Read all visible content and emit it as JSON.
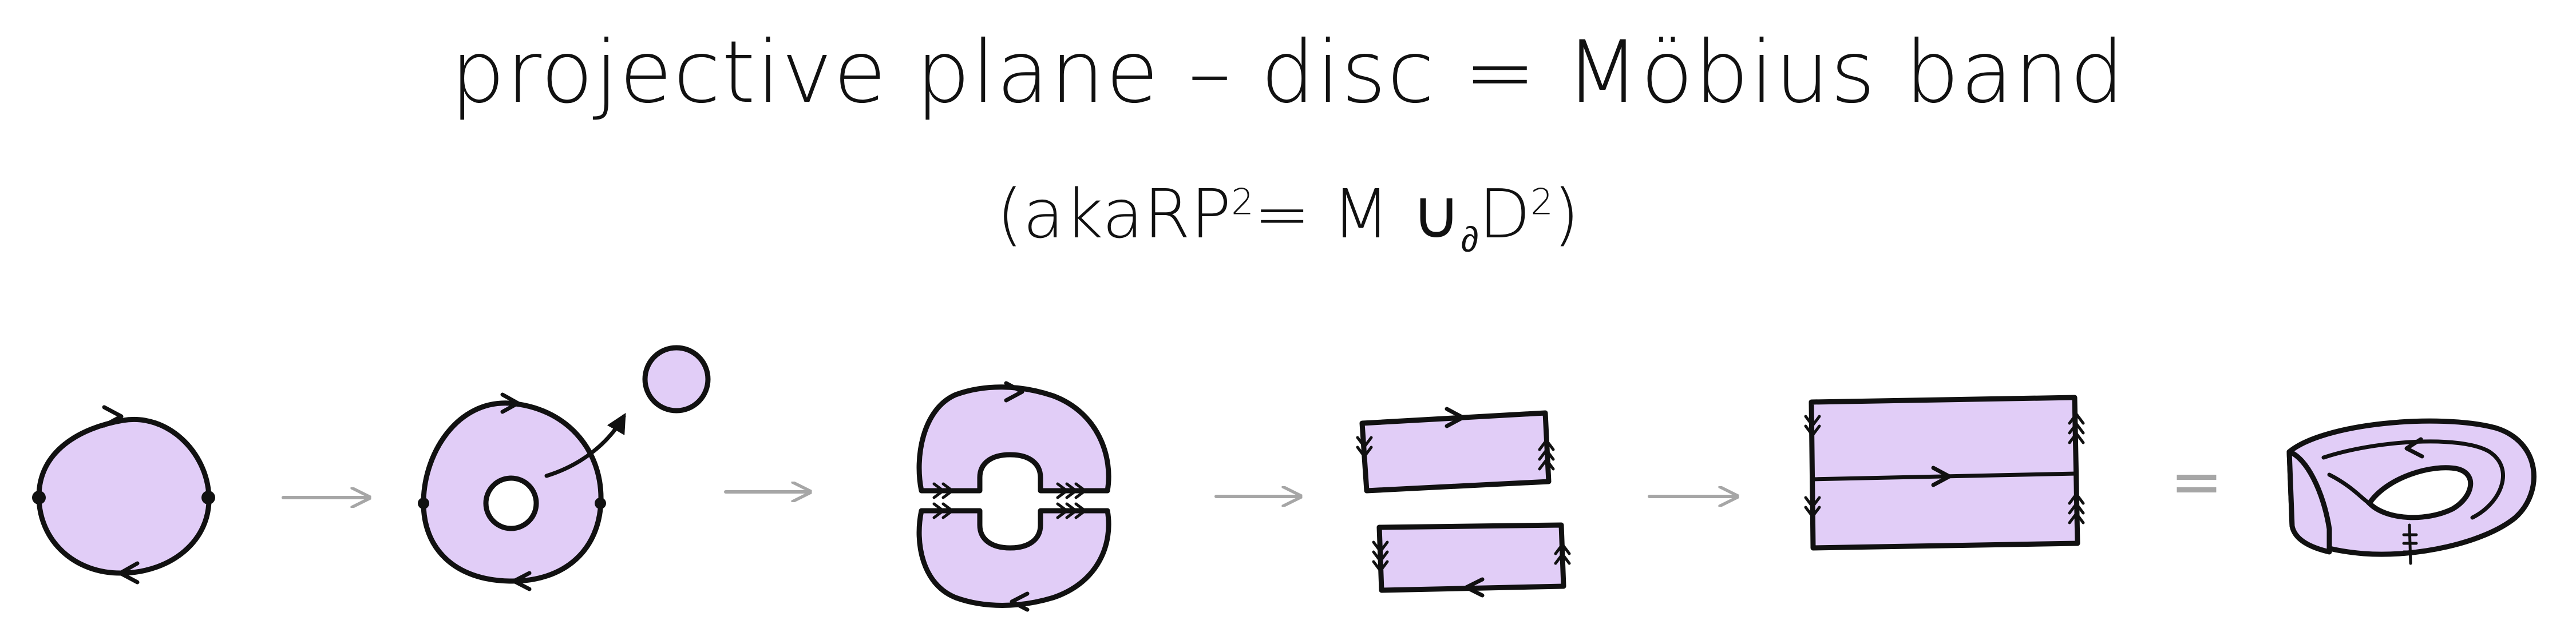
{
  "title": "projective plane – disc = Möbius band",
  "subtitle": {
    "open": "(aka ",
    "rp": "RP",
    "rp_sup": "2",
    "eq": "= M ∪",
    "union_sub": "∂",
    "d": " D",
    "d_sup": "2",
    "close": ")"
  },
  "equals_symbol": "=",
  "colors": {
    "shape_fill": "#e1cdf7",
    "ink": "#111111",
    "arrow": "#a6a6a6"
  }
}
